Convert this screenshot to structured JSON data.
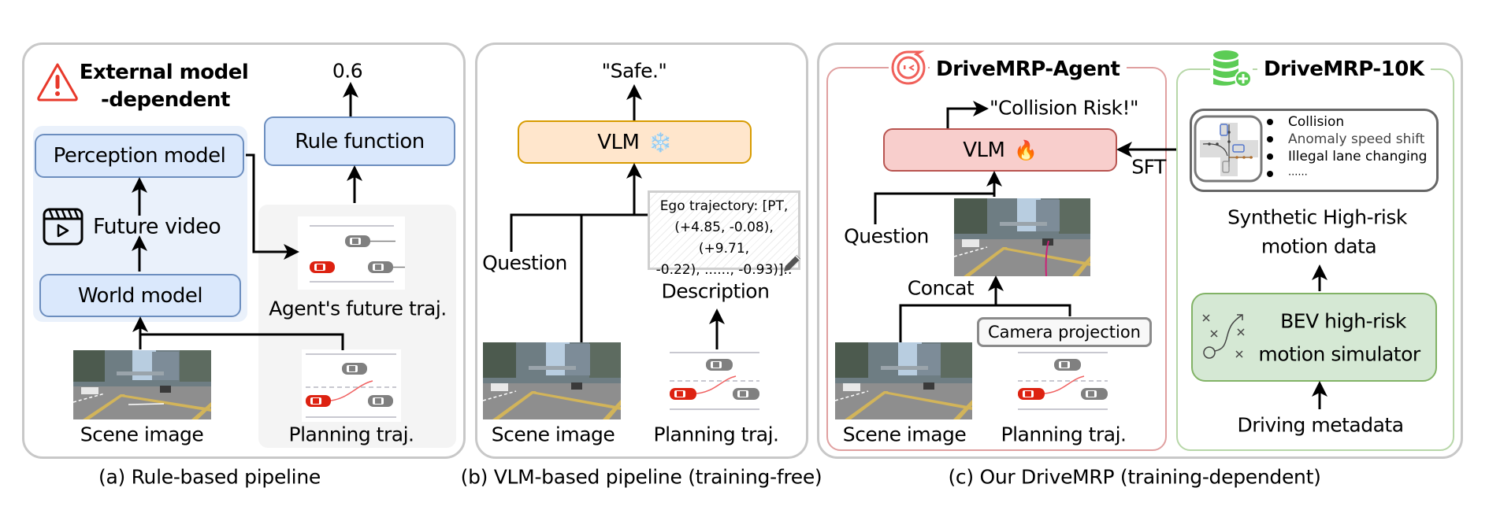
{
  "figure": {
    "panels": {
      "a": {
        "caption": "(a) Rule-based pipeline",
        "warning": {
          "icon": "warning-triangle-icon",
          "line1": "External model",
          "line2": "-dependent"
        },
        "output_value": "0.6",
        "rule_function": "Rule function",
        "perception_model": "Perception model",
        "future_video": {
          "icon": "video-clapper-icon",
          "label": "Future video"
        },
        "world_model": "World model",
        "agent_future_traj": "Agent's future traj.",
        "scene_image": "Scene image",
        "planning_traj": "Planning traj."
      },
      "b": {
        "caption": "(b)  VLM-based pipeline (training-free)",
        "output": "\"Safe.\"",
        "vlm": {
          "label": "VLM",
          "icon": "snowflake-icon",
          "glyph": "❄️"
        },
        "question": "Question",
        "description_text": [
          "Ego  trajectory: [PT,",
          "(+4.85, -0.08), (+9.71,",
          "-0.22), ......, -0.93)].."
        ],
        "description_icon": "pencil-icon",
        "description": "Description",
        "scene_image": "Scene image",
        "planning_traj": "Planning traj."
      },
      "c": {
        "caption": "(c) Our DriveMRP (training-dependent)",
        "agent": {
          "title": "DriveMRP-Agent",
          "icon": "agent-logo-icon",
          "output": "\"Collision Risk!\"",
          "vlm": {
            "label": "VLM",
            "icon": "fire-icon",
            "glyph": "🔥"
          },
          "sft": "SFT",
          "question": "Question",
          "concat": "Concat",
          "camera_projection": "Camera projection",
          "scene_image": "Scene image",
          "planning_traj": "Planning traj."
        },
        "dataset": {
          "title": "DriveMRP-10K",
          "icon": "database-add-icon",
          "risk_types": [
            "Collision",
            "Anomaly speed shift",
            " Illegal lane changing",
            "......"
          ],
          "synthetic_line1": "Synthetic High-risk",
          "synthetic_line2": "motion data",
          "simulator_line1": "BEV high-risk",
          "simulator_line2": "motion simulator",
          "simulator_icon": "trajectory-plan-icon",
          "driving_metadata": "Driving metadata"
        }
      }
    },
    "colors": {
      "warning_red": "#e8392b",
      "blue_fill": "#dae8fc",
      "blue_stroke": "#6c8ebf",
      "orange_fill": "#ffe6cc",
      "orange_stroke": "#d79b00",
      "red_fill": "#f8cecc",
      "red_stroke": "#b85450",
      "green_fill": "#d5e8d4",
      "green_stroke": "#82b366",
      "agent_frame": "#e0a0a0",
      "dataset_frame": "#b7d7a8",
      "ego_car": "#dd2211",
      "other_car": "#808080"
    }
  }
}
